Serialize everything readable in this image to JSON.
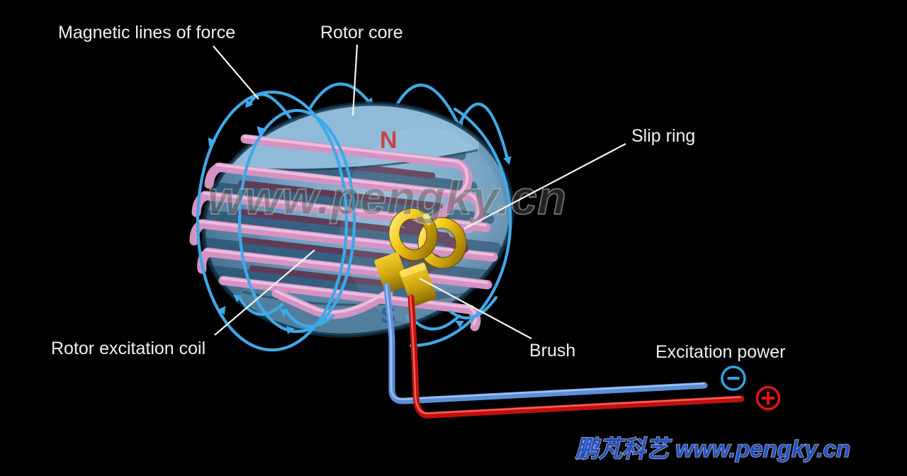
{
  "labels": {
    "magnetic_lines": "Magnetic lines of force",
    "rotor_core": "Rotor core",
    "slip_ring": "Slip ring",
    "rotor_excitation_coil": "Rotor excitation coil",
    "brush": "Brush",
    "excitation_power": "Excitation power"
  },
  "pole_markings": {
    "north": "N",
    "south": "S"
  },
  "terminals": {
    "negative_symbol": "−",
    "positive_symbol": "+"
  },
  "watermarks": {
    "center": "www.pengky.cn",
    "bottom_right": "鹏芃科艺 www.pengky.cn"
  },
  "colors": {
    "background": "#000000",
    "rotor_body_mid": "#6f9fc0",
    "rotor_cap_light": "#8fbbd9",
    "rotor_bottom_cap": "#517e9c",
    "winding_pink": "#d593c4",
    "field_line_blue": "#3fa9e8",
    "slip_ring_gold": "#e8c01a",
    "wire_blue": "#5c8fd6",
    "wire_red": "#c01010",
    "terminal_negative": "#2da5ea",
    "terminal_positive": "#e51212",
    "label_text": "#f0f0f0",
    "north_red": "#c84545",
    "south_blue": "#2d5c9c",
    "watermark_blue": "#2050c8"
  }
}
